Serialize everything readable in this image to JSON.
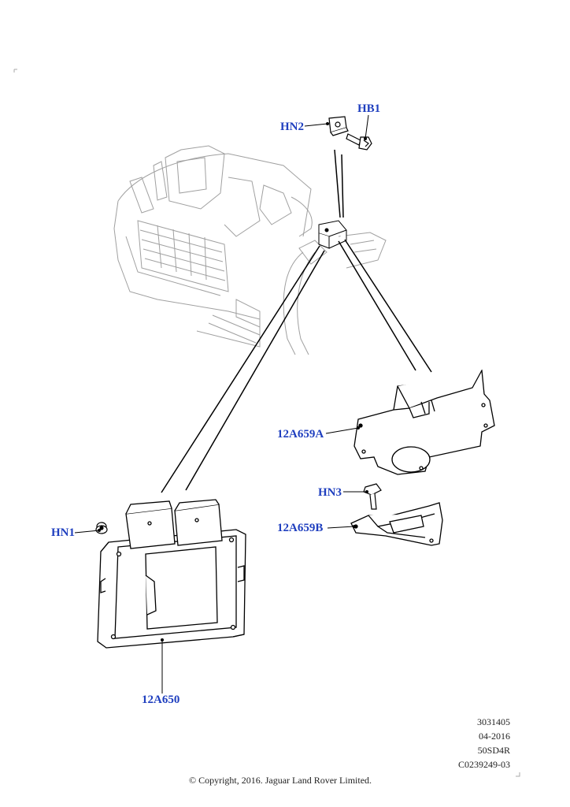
{
  "callouts": {
    "hn2": "HN2",
    "hb1": "HB1",
    "a659a": "12A659A",
    "hn3": "HN3",
    "a659b": "12A659B",
    "hn1": "HN1",
    "a650": "12A650"
  },
  "meta": {
    "line1": "3031405",
    "line2": "04-2016",
    "line3": "50SD4R",
    "line4": "C0239249-03"
  },
  "copyright": "© Copyright, 2016. Jaguar Land Rover Limited.",
  "colors": {
    "callout": "#1f3fbf",
    "line_art": "#000000",
    "ghost_art": "#9a9a9a"
  }
}
